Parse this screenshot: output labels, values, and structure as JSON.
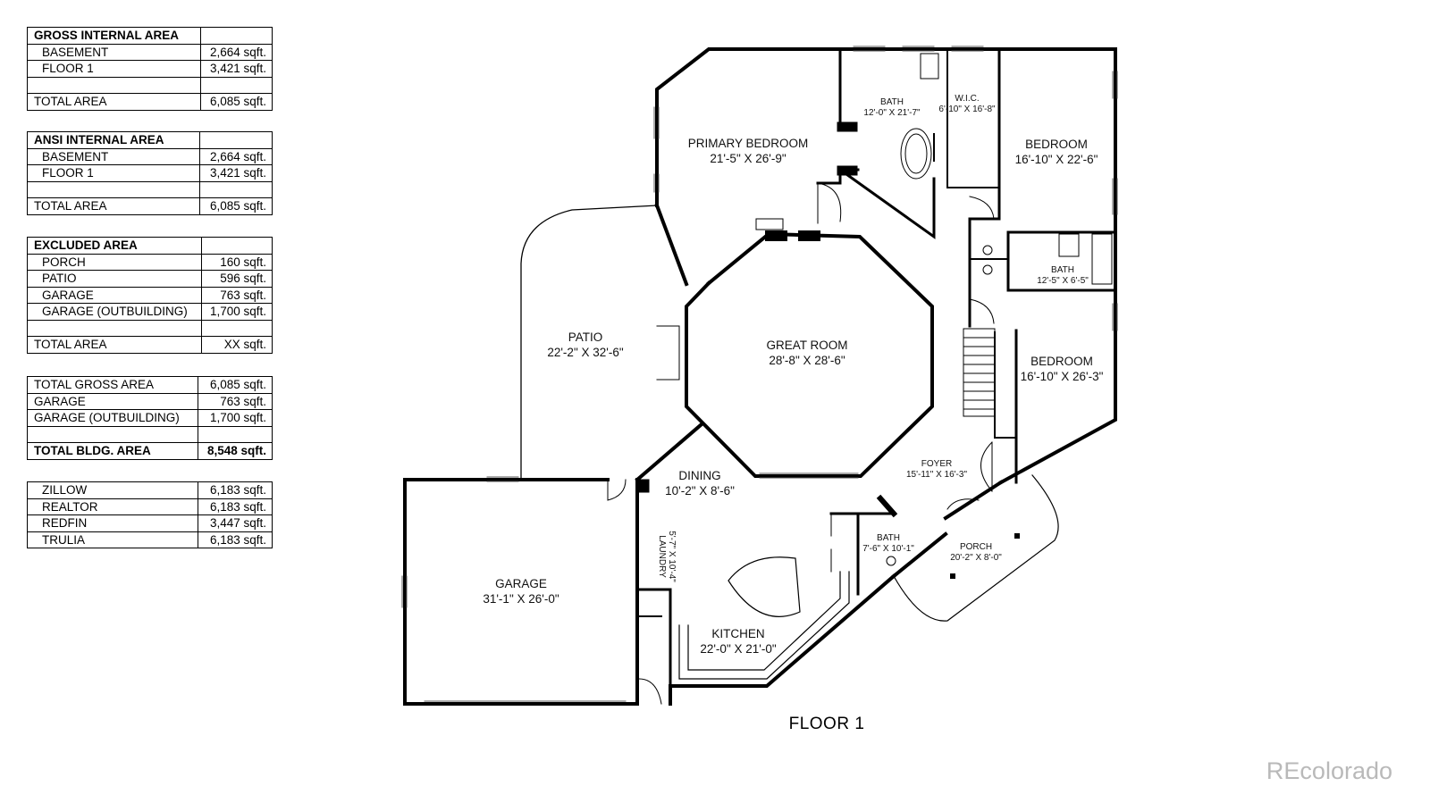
{
  "tables": [
    {
      "rows": [
        {
          "label": "GROSS INTERNAL AREA",
          "value": "",
          "style": "head"
        },
        {
          "label": "BASEMENT",
          "value": "2,664 sqft.",
          "style": "ind"
        },
        {
          "label": "FLOOR 1",
          "value": "3,421 sqft.",
          "style": "ind"
        },
        {
          "label": "",
          "value": "",
          "style": ""
        },
        {
          "label": "TOTAL AREA",
          "value": "6,085 sqft.",
          "style": ""
        }
      ]
    },
    {
      "rows": [
        {
          "label": "ANSI INTERNAL AREA",
          "value": "",
          "style": "head"
        },
        {
          "label": "BASEMENT",
          "value": "2,664 sqft.",
          "style": "ind"
        },
        {
          "label": "FLOOR 1",
          "value": "3,421 sqft.",
          "style": "ind"
        },
        {
          "label": "",
          "value": "",
          "style": ""
        },
        {
          "label": "TOTAL AREA",
          "value": "6,085 sqft.",
          "style": ""
        }
      ]
    },
    {
      "rows": [
        {
          "label": "EXCLUDED AREA",
          "value": "",
          "style": "head"
        },
        {
          "label": "PORCH",
          "value": "160 sqft.",
          "style": "ind"
        },
        {
          "label": "PATIO",
          "value": "596 sqft.",
          "style": "ind"
        },
        {
          "label": "GARAGE",
          "value": "763 sqft.",
          "style": "ind"
        },
        {
          "label": "GARAGE (OUTBUILDING)",
          "value": "1,700 sqft.",
          "style": "ind"
        },
        {
          "label": "",
          "value": "",
          "style": ""
        },
        {
          "label": "TOTAL AREA",
          "value": "XX sqft.",
          "style": ""
        }
      ]
    },
    {
      "rows": [
        {
          "label": "TOTAL GROSS AREA",
          "value": "6,085 sqft.",
          "style": ""
        },
        {
          "label": "GARAGE",
          "value": "763 sqft.",
          "style": ""
        },
        {
          "label": "GARAGE (OUTBUILDING)",
          "value": "1,700 sqft.",
          "style": ""
        },
        {
          "label": "",
          "value": "",
          "style": ""
        },
        {
          "label": "TOTAL BLDG. AREA",
          "value": "8,548 sqft.",
          "style": "head"
        }
      ]
    },
    {
      "rows": [
        {
          "label": "ZILLOW",
          "value": "6,183 sqft.",
          "style": "ind"
        },
        {
          "label": "REALTOR",
          "value": "6,183 sqft.",
          "style": "ind"
        },
        {
          "label": "REDFIN",
          "value": "3,447 sqft.",
          "style": "ind"
        },
        {
          "label": "TRULIA",
          "value": "6,183 sqft.",
          "style": "ind"
        }
      ]
    }
  ],
  "rooms": [
    {
      "name": "PRIMARY BEDROOM",
      "dims": "21'-5\" X 26'-9\""
    },
    {
      "name": "BATH",
      "dims": "12'-0\" X 21'-7\""
    },
    {
      "name": "W.I.C.",
      "dims": "6'-10\" X 16'-8\""
    },
    {
      "name": "BEDROOM",
      "dims": "16'-10\" X 22'-6\""
    },
    {
      "name": "BATH",
      "dims": "12'-5\" X 6'-5\""
    },
    {
      "name": "PATIO",
      "dims": "22'-2\" X 32'-6\""
    },
    {
      "name": "GREAT ROOM",
      "dims": "28'-8\" X 28'-6\""
    },
    {
      "name": "BEDROOM",
      "dims": "16'-10\" X 26'-3\""
    },
    {
      "name": "DINING",
      "dims": "10'-2\" X 8'-6\""
    },
    {
      "name": "FOYER",
      "dims": "15'-11\" X 16'-3\""
    },
    {
      "name": "LAUNDRY",
      "dims": "5'-7\" X 10'-4\""
    },
    {
      "name": "BATH",
      "dims": "7'-6\" X 10'-1\""
    },
    {
      "name": "PORCH",
      "dims": "20'-2\" X 8'-0\""
    },
    {
      "name": "GARAGE",
      "dims": "31'-1\" X 26'-0\""
    },
    {
      "name": "KITCHEN",
      "dims": "22'-0\" X 21'-0\""
    }
  ],
  "floor_title": "FLOOR 1",
  "watermark": "REcolorado"
}
